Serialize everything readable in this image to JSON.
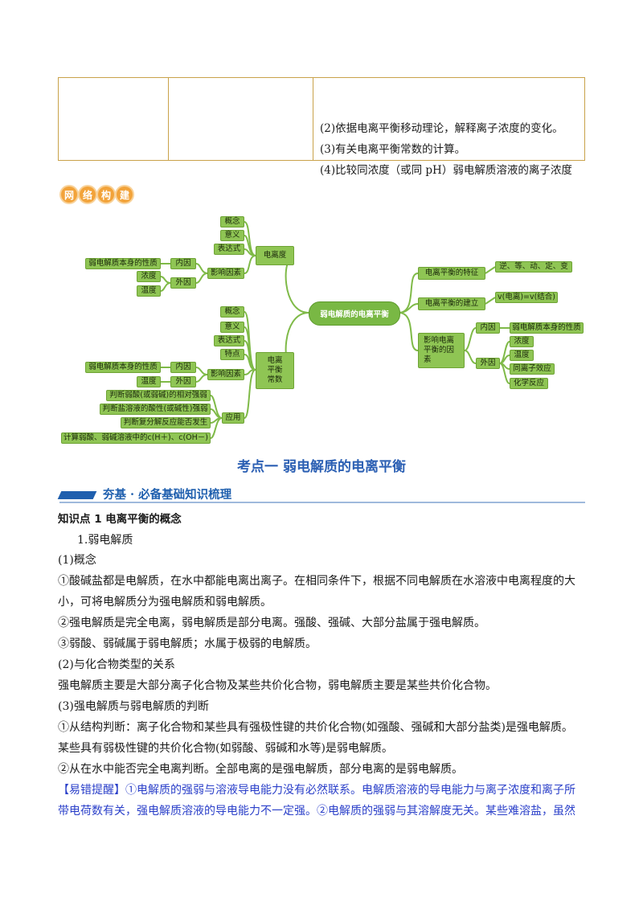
{
  "table": {
    "lines": [
      "(2)依据电离平衡移动理论，解释离子浓度的变化。",
      "(3)有关电离平衡常数的计算。",
      "(4)比较同浓度（或同 pH）弱电解质溶液的离子浓度"
    ]
  },
  "badge": [
    "网",
    "络",
    "构",
    "建"
  ],
  "mindmap": {
    "center": "弱电解质的电离平衡",
    "left_top": {
      "label": "电离度",
      "items": [
        "概念",
        "意义",
        "表达式",
        "影响因素",
        "内因",
        "外因",
        "弱电解质本身的性质",
        "浓度",
        "温度"
      ]
    },
    "left_bottom": {
      "label": "电离\n平衡\n常数",
      "items": [
        "概念",
        "意义",
        "表达式",
        "特点",
        "影响因素",
        "内因",
        "外因",
        "弱电解质本身的性质",
        "温度",
        "应用"
      ],
      "apps": [
        "判断弱酸(或弱碱)的相对强弱",
        "判断盐溶液的酸性(或碱性)强弱",
        "判断复分解反应能否发生",
        "计算弱酸、弱碱溶液中的c(H＋)、c(OH－)"
      ]
    },
    "right": {
      "feature_label": "电离平衡的特征",
      "feature_value": "逆、等、动、定、变",
      "build_label": "电离平衡的建立",
      "build_value": "v(电离)=v(结合)",
      "factor_label": "影响电离\n平衡的因\n素",
      "inner": "内因",
      "inner_value": "弱电解质本身的性质",
      "outer": "外因",
      "outer_values": [
        "浓度",
        "温度",
        "同离子效应",
        "化学反应"
      ]
    }
  },
  "section_title": "考点一  弱电解质的电离平衡",
  "banner": "夯基 · 必备基础知识梳理",
  "content": {
    "kp1": "知识点 1    电离平衡的概念",
    "s1": "1.弱电解质",
    "s1a": "(1)概念",
    "p1a": "①酸碱盐都是电解质，在水中都能电离出离子。在相同条件下，根据不同电解质在水溶液中电离程度的大",
    "p1b": "小，可将电解质分为强电解质和弱电解质。",
    "p2": "②强电解质是完全电离，弱电解质是部分电离。强酸、强碱、大部分盐属于强电解质。",
    "p3": "③弱酸、弱碱属于弱电解质；水属于极弱的电解质。",
    "s2": "(2)与化合物类型的关系",
    "p4": "强电解质主要是大部分离子化合物及某些共价化合物，弱电解质主要是某些共价化合物。",
    "s3": "(3)强电解质与弱电解质的判断",
    "p5a": "①从结构判断：离子化合物和某些具有强极性键的共价化合物(如强酸、强碱和大部分盐类)是强电解质。",
    "p5b": "某些具有弱极性键的共价化合物(如弱酸、弱碱和水等)是弱电解质。",
    "p6": "②从在水中能否完全电离判断。全部电离的是强电解质，部分电离的是弱电解质。",
    "tip_a": "【易错提醒】①电解质的强弱与溶液导电能力没有必然联系。电解质溶液的导电能力与离子浓度和离子所",
    "tip_b": "带电荷数有关，强电解质溶液的导电能力不一定强。②电解质的强弱与其溶解度无关。某些难溶盐，虽然"
  },
  "colors": {
    "node": "#8fc554",
    "title": "#2b5fb3",
    "tip": "#2a3fc9",
    "table_border": "#c9a24a"
  }
}
